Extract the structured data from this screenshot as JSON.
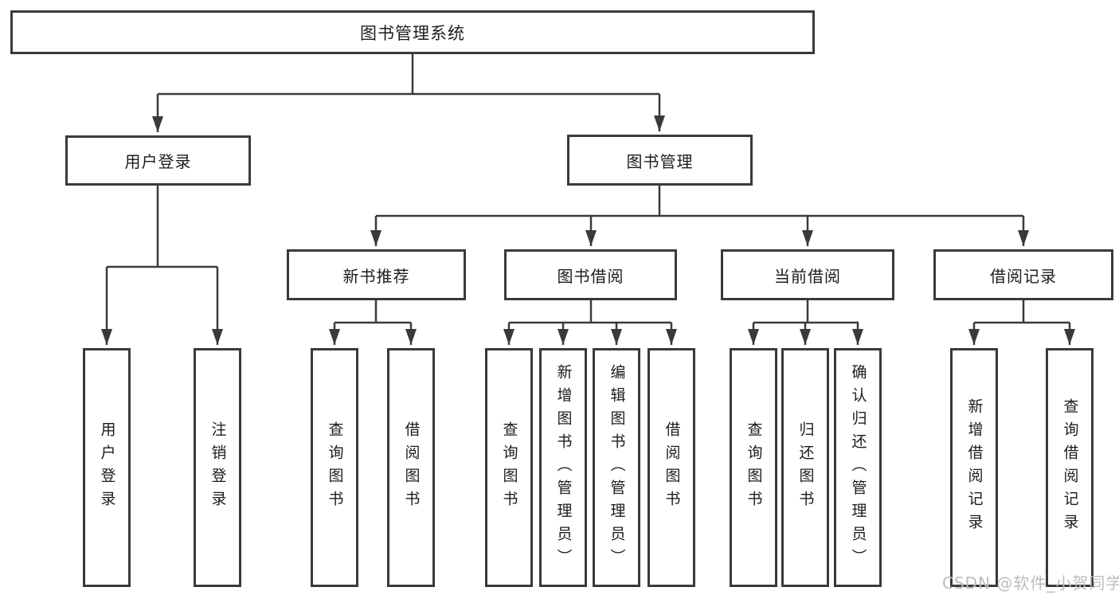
{
  "diagram": {
    "type": "hierarchy-tree",
    "line_color": "#3a3a3c",
    "box_border_color": "#3a3a3c",
    "box_fill_color": "#ffffff",
    "text_color": "#1c1c1e",
    "tree": {
      "label": "图书管理系统",
      "children": [
        {
          "label": "用户登录",
          "children": [
            {
              "label": "用户登录"
            },
            {
              "label": "注销登录"
            }
          ]
        },
        {
          "label": "图书管理",
          "children": [
            {
              "label": "新书推荐",
              "children": [
                {
                  "label": "查询图书"
                },
                {
                  "label": "借阅图书"
                }
              ]
            },
            {
              "label": "图书借阅",
              "children": [
                {
                  "label": "查询图书"
                },
                {
                  "label": "新增图书（管理员）"
                },
                {
                  "label": "编辑图书（管理员）"
                },
                {
                  "label": "借阅图书"
                }
              ]
            },
            {
              "label": "当前借阅",
              "children": [
                {
                  "label": "查询图书"
                },
                {
                  "label": "归还图书"
                },
                {
                  "label": "确认归还（管理员）"
                }
              ]
            },
            {
              "label": "借阅记录",
              "children": [
                {
                  "label": "新增借阅记录"
                },
                {
                  "label": "查询借阅记录"
                }
              ]
            }
          ]
        }
      ]
    }
  },
  "watermark": {
    "text": "CSDN @软件_小贺同学",
    "color": "#bdbdbd"
  }
}
